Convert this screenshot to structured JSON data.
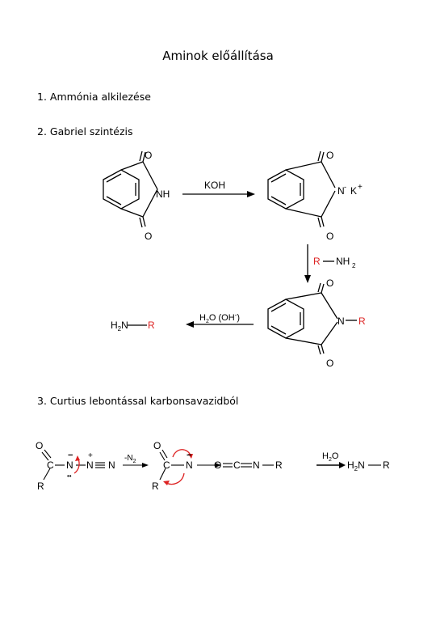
{
  "title": "Aminok előállítása",
  "sections": [
    "1. Ammónia alkilezése",
    "2. Gabriel szintézis",
    "3. Curtius lebontással karbonsavazidból"
  ],
  "gabriel": {
    "atom_O": "O",
    "nh": "NH",
    "n": "N",
    "n_minus": "-",
    "k": "K",
    "k_plus": "+",
    "koh": "KOH",
    "r": "R",
    "nh2": "NH",
    "sub2": "2",
    "h2": "H",
    "n_amine": "N",
    "hydrolysis": "H",
    "hydrolysis_o": "O (OH",
    "hydrolysis_minus": "-",
    "hydrolysis_close": ")"
  },
  "curtius": {
    "O": "O",
    "C": "C",
    "N": "N",
    "R": "R",
    "minus": "−",
    "plus": "+",
    "lone": "••",
    "n2_label": "-N",
    "sub2": "2",
    "isocyanate": "O═C═N",
    "reagent": "H",
    "reagent_o": "O",
    "amine_h": "H",
    "amine_n": "N"
  },
  "colors": {
    "accent": "#dd2222",
    "ink": "#000000"
  }
}
